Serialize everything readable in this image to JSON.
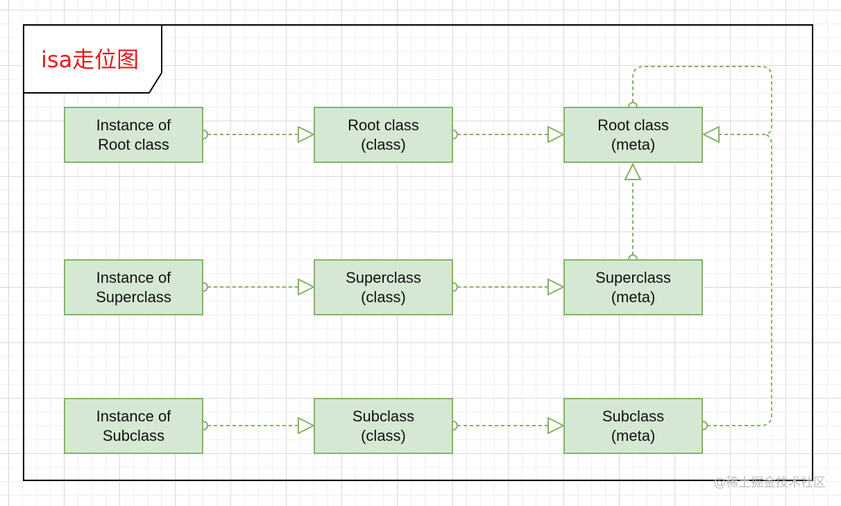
{
  "title": {
    "text": "isa走位图",
    "color": "#e8191c"
  },
  "colors": {
    "node_fill": "#d5e8d4",
    "node_border": "#82b366",
    "edge": "#82b366"
  },
  "nodes": {
    "instance_root": {
      "line1": "Instance of",
      "line2": "Root class"
    },
    "root_class": {
      "line1": "Root class",
      "line2": "(class)"
    },
    "root_meta": {
      "line1": "Root class",
      "line2": "(meta)"
    },
    "instance_super": {
      "line1": "Instance of",
      "line2": "Superclass"
    },
    "super_class": {
      "line1": "Superclass",
      "line2": "(class)"
    },
    "super_meta": {
      "line1": "Superclass",
      "line2": "(meta)"
    },
    "instance_sub": {
      "line1": "Instance of",
      "line2": "Subclass"
    },
    "sub_class": {
      "line1": "Subclass",
      "line2": "(class)"
    },
    "sub_meta": {
      "line1": "Subclass",
      "line2": "(meta)"
    }
  },
  "edges": [
    {
      "from": "instance_root",
      "to": "root_class"
    },
    {
      "from": "root_class",
      "to": "root_meta"
    },
    {
      "from": "instance_super",
      "to": "super_class"
    },
    {
      "from": "super_class",
      "to": "super_meta"
    },
    {
      "from": "instance_sub",
      "to": "sub_class"
    },
    {
      "from": "sub_class",
      "to": "sub_meta"
    },
    {
      "from": "super_meta",
      "to": "root_meta"
    },
    {
      "from": "root_meta",
      "to": "root_meta"
    },
    {
      "from": "sub_meta",
      "to": "root_meta"
    }
  ],
  "watermark": "@稀土掘金技术社区"
}
